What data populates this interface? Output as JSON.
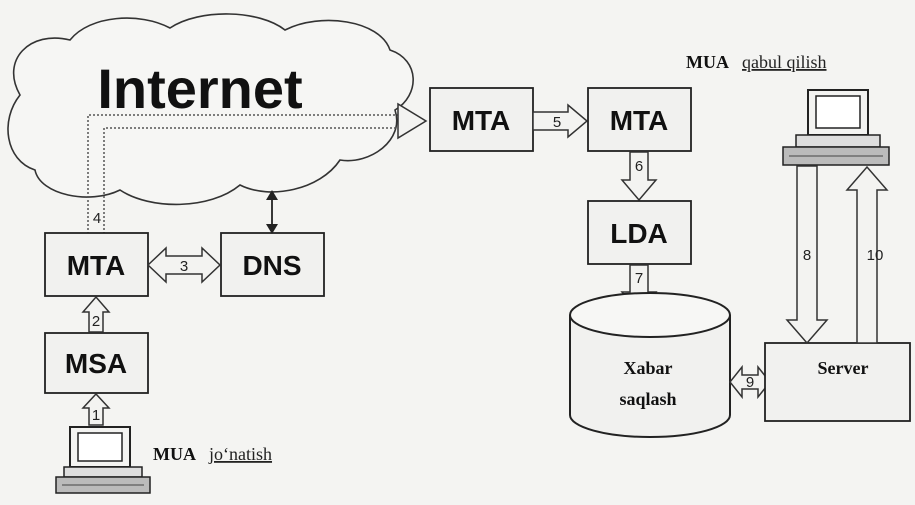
{
  "cloud_label": "Internet",
  "nodes": {
    "mta_sender": "MTA",
    "msa": "MSA",
    "dns": "DNS",
    "mta_middle": "MTA",
    "mta_receiver": "MTA",
    "lda": "LDA",
    "storage_line1": "Xabar",
    "storage_line2": "saqlash",
    "server": "Server"
  },
  "steps": [
    "1",
    "2",
    "3",
    "4",
    "5",
    "6",
    "7",
    "8",
    "9",
    "10"
  ],
  "labels": {
    "mua_send_bold": "MUA",
    "mua_send_rest": "jo‘natish",
    "mua_receive_bold": "MUA",
    "mua_receive_rest": "qabul qilish"
  }
}
